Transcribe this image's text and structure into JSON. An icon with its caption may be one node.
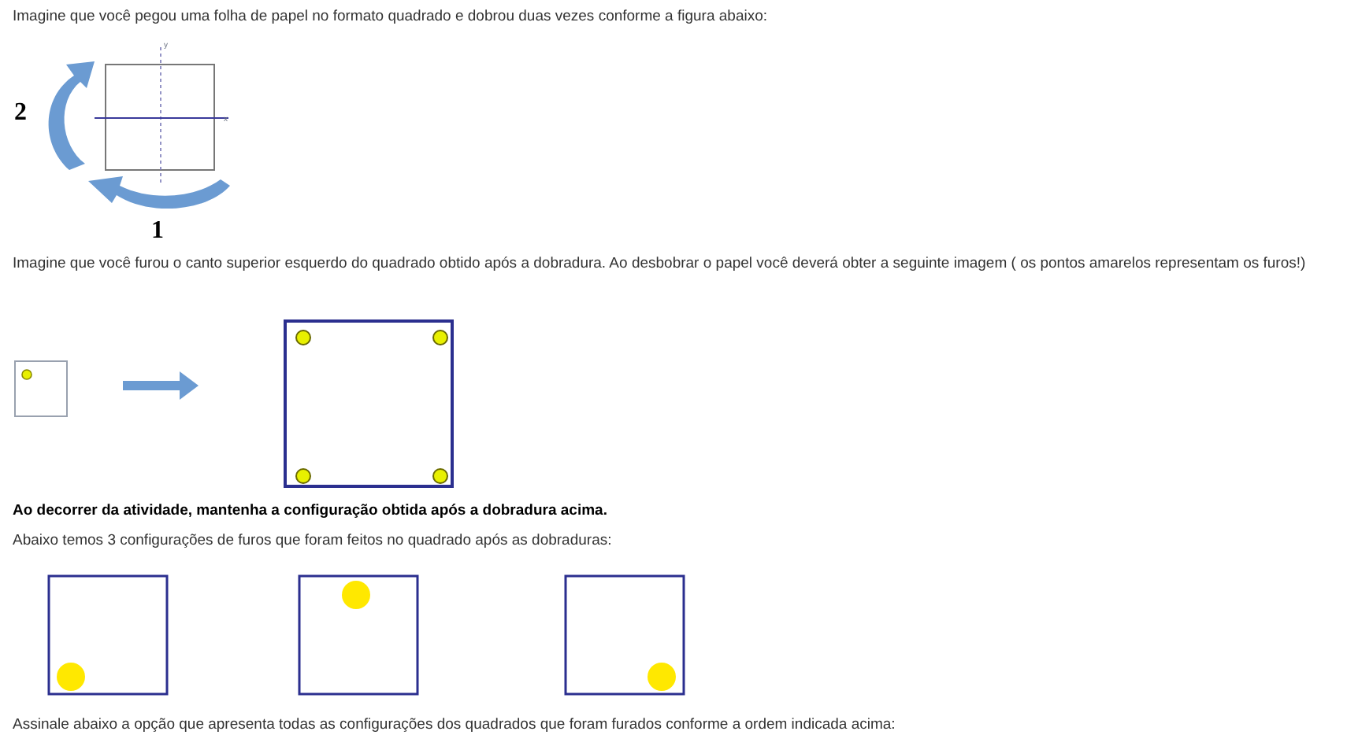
{
  "diagram": {
    "nodes": [
      {
        "text": [],
        "shape": "box"
      },
      {
        "text": [],
        "shape": "box"
      }
    ],
    "edges": [
      {
        "from": 0,
        "to": 1,
        "arrow": "to",
        "color": "#6b9bd2"
      }
    ],
    "labels": [
      "Imagine que você pegou uma folha de papel no formato quadrado e dobrou duas vezes conforme a figura abaixo:",
      "y",
      "2",
      "x",
      "1",
      "Imagine que você furou o canto superior esquerdo do quadrado obtido após a dobradura. Ao desbobrar o papel você deverá obter a seguinte imagem  ( os pontos amarelos representam os furos!)",
      "Ao decorrer da atividade, mantenha a configuração obtida após a dobradura acima.",
      "Abaixo temos 3 configurações de furos que foram feitos no quadrado após as dobraduras:",
      "Assinale abaixo a opção que apresenta todas as configurações dos quadrados que foram furados conforme a ordem indicada acima:"
    ]
  }
}
